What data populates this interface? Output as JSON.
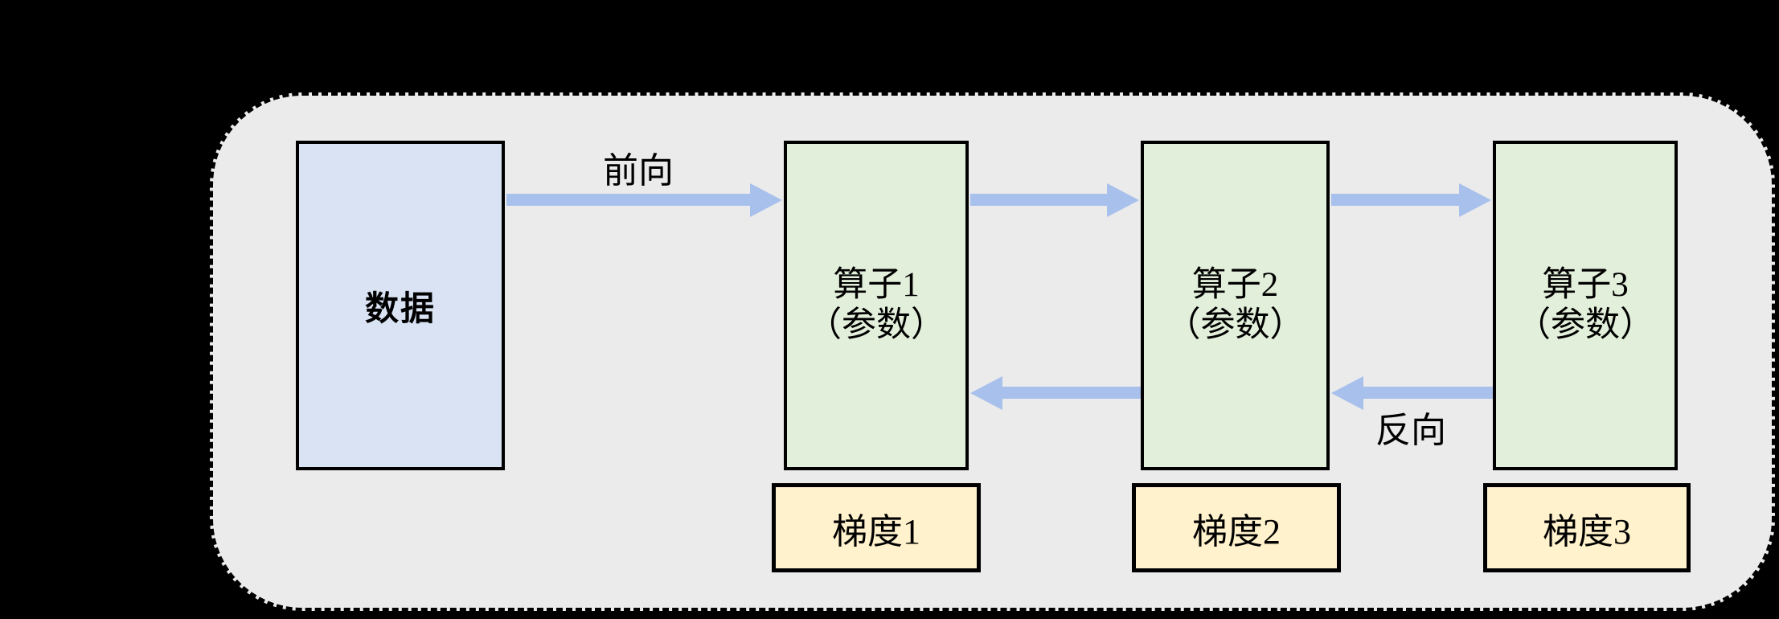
{
  "diagram": {
    "title": "data-parallel forward/backward operator pipeline",
    "colors": {
      "background": "#000000",
      "panel_fill": "#ebebeb",
      "border": "#000000",
      "arrow": "#a8c0ec",
      "data_fill": "#dae3f3",
      "operator_fill": "#e2efda",
      "gradient_fill": "#fff2cc"
    },
    "data_node": {
      "label": "数据"
    },
    "operators": [
      {
        "name": "算子1",
        "param": "（参数）"
      },
      {
        "name": "算子2",
        "param": "（参数）"
      },
      {
        "name": "算子3",
        "param": "（参数）"
      }
    ],
    "gradients": [
      {
        "label": "梯度1"
      },
      {
        "label": "梯度2"
      },
      {
        "label": "梯度3"
      }
    ],
    "forward_label": "前向",
    "backward_label": "反向",
    "forward_arrows": 3,
    "backward_arrows": 2
  }
}
